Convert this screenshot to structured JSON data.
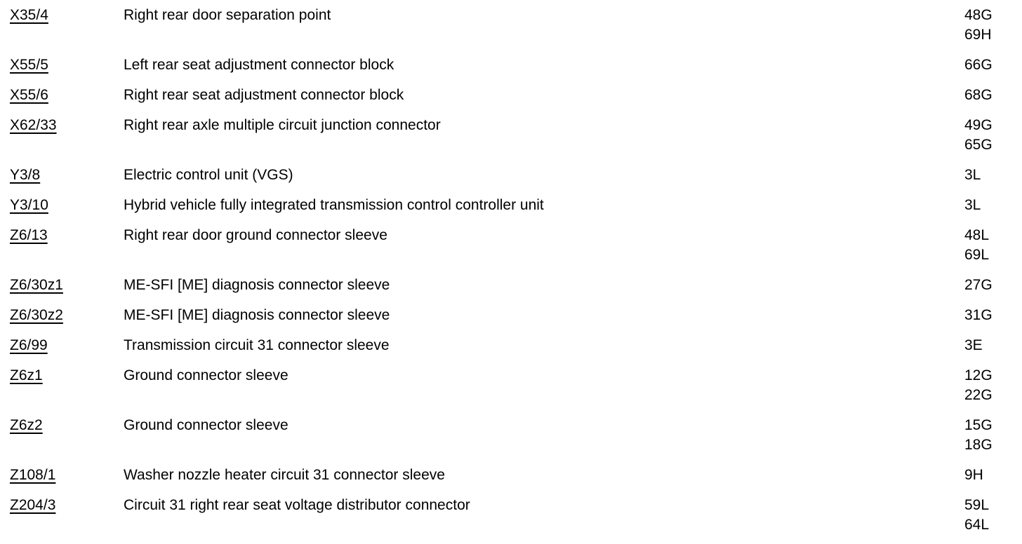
{
  "page": {
    "background_color": "#ffffff",
    "text_color": "#000000",
    "kind": "wiring-diagram component legend"
  },
  "component_table": {
    "columns": [
      "code",
      "description",
      "locations"
    ],
    "rows": [
      {
        "code": "X35/4",
        "description": "Right rear door separation point",
        "locations": [
          "48G",
          "69H"
        ]
      },
      {
        "code": "X55/5",
        "description": "Left rear seat adjustment connector block",
        "locations": [
          "66G"
        ]
      },
      {
        "code": "X55/6",
        "description": "Right rear seat adjustment connector block",
        "locations": [
          "68G"
        ]
      },
      {
        "code": "X62/33",
        "description": "Right rear axle multiple circuit junction connector",
        "locations": [
          "49G",
          "65G"
        ]
      },
      {
        "code": "Y3/8",
        "description": "Electric control unit (VGS)",
        "locations": [
          "3L"
        ]
      },
      {
        "code": "Y3/10",
        "description": "Hybrid vehicle fully integrated transmission control controller unit",
        "locations": [
          "3L"
        ]
      },
      {
        "code": "Z6/13",
        "description": "Right rear door ground connector sleeve",
        "locations": [
          "48L",
          "69L"
        ]
      },
      {
        "code": "Z6/30z1",
        "description": "ME-SFI [ME] diagnosis connector sleeve",
        "locations": [
          "27G"
        ]
      },
      {
        "code": "Z6/30z2",
        "description": "ME-SFI [ME] diagnosis connector sleeve",
        "locations": [
          "31G"
        ]
      },
      {
        "code": "Z6/99",
        "description": "Transmission circuit 31 connector sleeve",
        "locations": [
          "3E"
        ]
      },
      {
        "code": "Z6z1",
        "description": "Ground connector sleeve",
        "locations": [
          "12G",
          "22G"
        ]
      },
      {
        "code": "Z6z2",
        "description": "Ground connector sleeve",
        "locations": [
          "15G",
          "18G"
        ]
      },
      {
        "code": "Z108/1",
        "description": "Washer nozzle heater circuit 31 connector sleeve",
        "locations": [
          "9H"
        ]
      },
      {
        "code": "Z204/3",
        "description": "Circuit 31 right rear seat voltage distributor connector",
        "locations": [
          "59L",
          "64L"
        ]
      }
    ]
  }
}
